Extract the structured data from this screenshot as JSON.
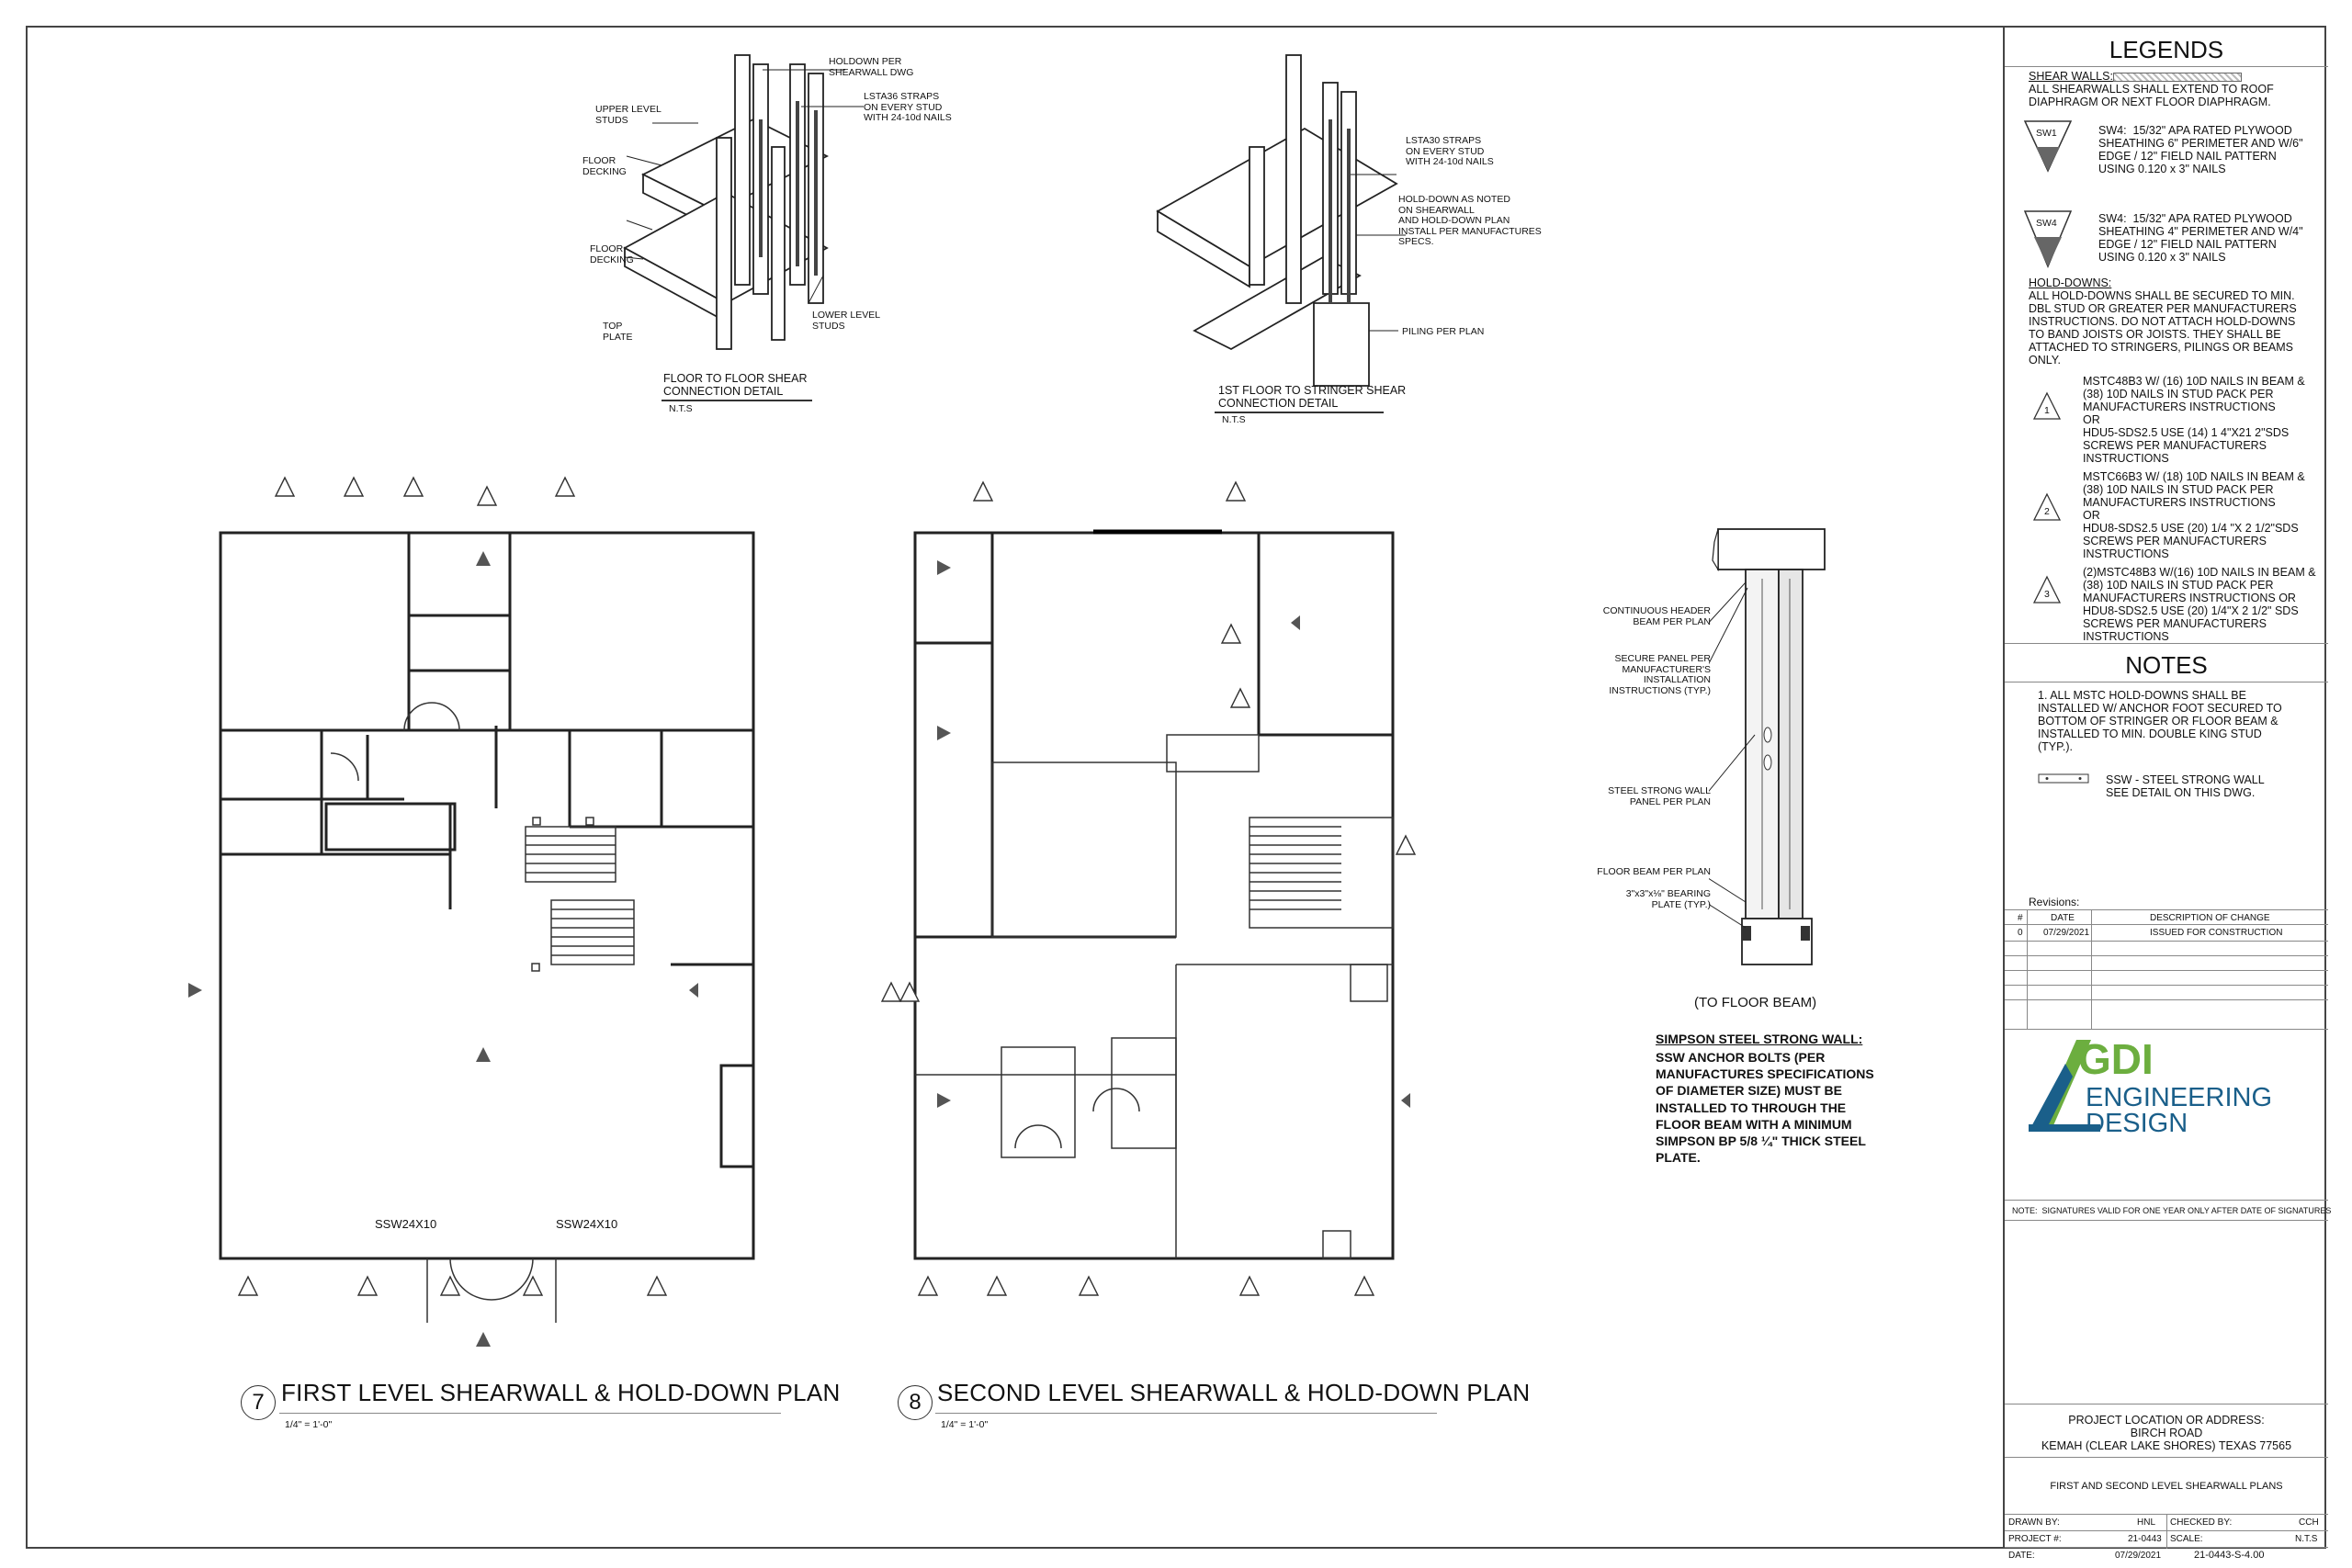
{
  "legends": {
    "title": "LEGENDS",
    "shear_walls_head": "SHEAR WALLS:",
    "shear_walls_text": "ALL SHEARWALLS SHALL EXTEND TO ROOF\nDIAPHRAGM OR NEXT FLOOR DIAPHRAGM.",
    "sw1_tag": "SW1",
    "sw1_text": "SW4:  15/32\" APA RATED PLYWOOD\nSHEATHING 6\" PERIMETER AND W/6\"\nEDGE / 12\" FIELD NAIL PATTERN\nUSING 0.120 x 3\" NAILS",
    "sw4_tag": "SW4",
    "sw4_text": "SW4:  15/32\" APA RATED PLYWOOD\nSHEATHING 4\" PERIMETER AND W/4\"\nEDGE / 12\" FIELD NAIL PATTERN\nUSING 0.120 x 3\" NAILS",
    "holdowns_head": "HOLD-DOWNS:",
    "holdowns_text": "ALL HOLD-DOWNS SHALL BE SECURED TO MIN.\nDBL STUD OR GREATER PER MANUFACTURERS\nINSTRUCTIONS. DO NOT ATTACH HOLD-DOWNS\nTO BAND JOISTS OR JOISTS. THEY SHALL BE\nATTACHED TO STRINGERS, PILINGS OR BEAMS\nONLY.",
    "hd1_tag": "1",
    "hd1_text": "MSTC48B3 W/ (16) 10D NAILS IN BEAM &\n(38) 10D NAILS IN STUD PACK PER\nMANUFACTURERS INSTRUCTIONS\nOR\nHDU5-SDS2.5 USE (14) 1 4\"X21 2\"SDS\nSCREWS PER MANUFACTURERS\nINSTRUCTIONS",
    "hd2_tag": "2",
    "hd2_text": "MSTC66B3 W/ (18) 10D NAILS IN BEAM &\n(38) 10D NAILS IN STUD PACK PER\nMANUFACTURERS INSTRUCTIONS\nOR\nHDU8-SDS2.5 USE (20) 1/4 \"X 2 1/2\"SDS\nSCREWS PER MANUFACTURERS\nINSTRUCTIONS",
    "hd3_tag": "3",
    "hd3_text": "(2)MSTC48B3 W/(16) 10D NAILS IN BEAM &\n(38) 10D NAILS IN STUD PACK PER\nMANUFACTURERS INSTRUCTIONS OR\nHDU8-SDS2.5 USE (20) 1/4\"X 2 1/2\" SDS\nSCREWS PER MANUFACTURERS\nINSTRUCTIONS"
  },
  "notes": {
    "title": "NOTES",
    "note1": "1. ALL MSTC HOLD-DOWNS SHALL BE\nINSTALLED W/ ANCHOR FOOT SECURED TO\nBOTTOM OF STRINGER OR FLOOR BEAM &\nINSTALLED TO MIN. DOUBLE KING STUD\n(TYP.).",
    "ssw_text": "SSW - STEEL STRONG WALL\nSEE DETAIL ON THIS DWG."
  },
  "revisions": {
    "title": "Revisions:",
    "headers": [
      "#",
      "DATE",
      "DESCRIPTION OF CHANGE"
    ],
    "rows": [
      [
        "0",
        "07/29/2021",
        "ISSUED FOR CONSTRUCTION"
      ]
    ]
  },
  "logo": {
    "letters": "GDI",
    "line2": "ENGINEERING",
    "line3": "DESIGN"
  },
  "signature_note": "NOTE:  SIGNATURES VALID FOR ONE YEAR ONLY AFTER DATE OF SIGNATURES",
  "project": {
    "label": "PROJECT LOCATION OR ADDRESS:",
    "address1": "BIRCH ROAD",
    "address2": "KEMAH (CLEAR LAKE SHORES) TEXAS 77565",
    "sheet_title": "FIRST AND SECOND LEVEL SHEARWALL PLANS"
  },
  "title_block": {
    "drawn_by_label": "DRAWN BY:",
    "drawn_by": "HNL",
    "checked_by_label": "CHECKED BY:",
    "checked_by": "CCH",
    "project_no_label": "PROJECT #:",
    "project_no": "21-0443",
    "scale_label": "SCALE:",
    "scale": "N.T.S",
    "date_label": "DATE:",
    "date": "07/29/2021",
    "sheet_no": "21-0443-S-4.00"
  },
  "details": {
    "d1_labels": {
      "holdown": "HOLDOWN PER\nSHEARWALL DWG",
      "straps": "LSTA36 STRAPS\nON EVERY STUD\nWITH 24-10d NAILS",
      "upper": "UPPER LEVEL\nSTUDS",
      "floor_decking1": "FLOOR\nDECKING",
      "floor_decking2": "FLOOR\nDECKING",
      "top_plate": "TOP\nPLATE",
      "lower": "LOWER LEVEL\nSTUDS"
    },
    "d1_title": "FLOOR TO FLOOR SHEAR\nCONNECTION DETAIL",
    "d1_scale": "N.T.S",
    "d2_labels": {
      "straps": "LSTA30 STRAPS\nON EVERY STUD\nWITH 24-10d NAILS",
      "holddown": "HOLD-DOWN AS NOTED\nON SHEARWALL\nAND HOLD-DOWN PLAN\nINSTALL PER MANUFACTURES\nSPECS.",
      "piling": "PILING PER PLAN"
    },
    "d2_title": "1ST FLOOR TO STRINGER SHEAR\nCONNECTION DETAIL",
    "d2_scale": "N.T.S",
    "ssw_labels": {
      "header": "CONTINUOUS HEADER\nBEAM PER PLAN",
      "secure": "SECURE PANEL PER\nMANUFACTURER'S\nINSTALLATION\nINSTRUCTIONS (TYP.)",
      "panel": "STEEL STRONG WALL\nPANEL PER PLAN",
      "floor_beam": "FLOOR BEAM PER PLAN",
      "bearing": "3\"x3\"x⅛\" BEARING\nPLATE (TYP.)"
    },
    "ssw_caption": "(TO FLOOR BEAM)",
    "ssw_head": "SIMPSON STEEL STRONG WALL:",
    "ssw_body": "SSW ANCHOR BOLTS (PER\nMANUFACTURES SPECIFICATIONS\nOF DIAMETER SIZE) MUST BE\nINSTALLED TO THROUGH THE\nFLOOR BEAM WITH A MINIMUM\nSIMPSON BP 5/8 ¼\" THICK STEEL\nPLATE."
  },
  "plans": {
    "plan7": {
      "num": "7",
      "title": "FIRST LEVEL SHEARWALL & HOLD-DOWN PLAN",
      "scale": "1/4\" = 1'-0\"",
      "ssw_left": "SSW24X10",
      "ssw_right": "SSW24X10"
    },
    "plan8": {
      "num": "8",
      "title": "SECOND LEVEL SHEARWALL & HOLD-DOWN PLAN",
      "scale": "1/4\" = 1'-0\""
    }
  }
}
